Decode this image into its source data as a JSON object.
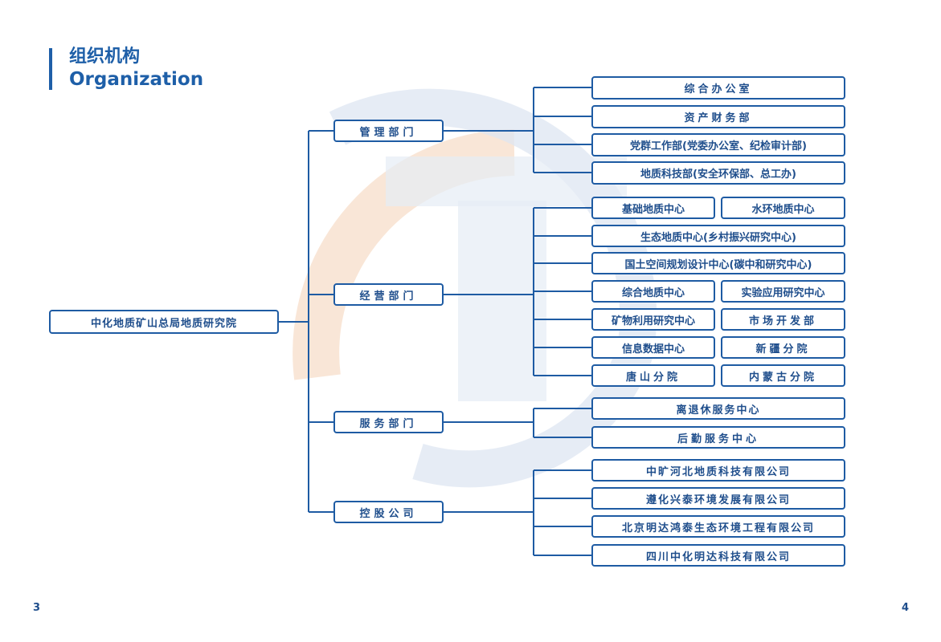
{
  "header": {
    "title_cn": "组织机构",
    "title_en": "Organization"
  },
  "page": {
    "left_number": "3",
    "right_number": "4"
  },
  "org": {
    "root": "中化地质矿山总局地质研究院",
    "departments": [
      {
        "label": "管理部门",
        "units": [
          "综合办公室",
          "资产财务部",
          "党群工作部(党委办公室、纪检审计部)",
          "地质科技部(安全环保部、总工办)"
        ]
      },
      {
        "label": "经营部门",
        "units": [
          "基础地质中心",
          "水环地质中心",
          "生态地质中心(乡村振兴研究中心)",
          "国土空间规划设计中心(碳中和研究中心)",
          "综合地质中心",
          "实验应用研究中心",
          "矿物利用研究中心",
          "市场开发部",
          "信息数据中心",
          "新疆分院",
          "唐山分院",
          "内蒙古分院"
        ]
      },
      {
        "label": "服务部门",
        "units": [
          "离退休服务中心",
          "后勤服务中心"
        ]
      },
      {
        "label": "控股公司",
        "units": [
          "中旷河北地质科技有限公司",
          "遵化兴泰环境发展有限公司",
          "北京明达鸿泰生态环境工程有限公司",
          "四川中化明达科技有限公司"
        ]
      }
    ]
  },
  "colors": {
    "primary": "#1e5ba3",
    "text": "#1f4e8c",
    "watermark_orange": "#f6d3b8",
    "watermark_blue": "#d9e3f0"
  }
}
